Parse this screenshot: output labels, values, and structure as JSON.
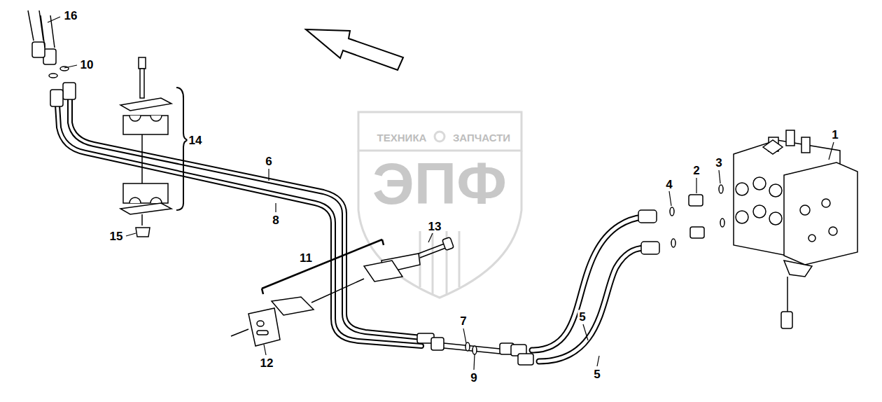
{
  "diagram": {
    "labels": [
      "16",
      "10",
      "14",
      "6",
      "8",
      "15",
      "13",
      "11",
      "12",
      "7",
      "9",
      "5",
      "5",
      "4",
      "2",
      "3",
      "1",
      "ТЕХНИКА",
      "ЗАПЧАСТИ",
      "ЭПФ"
    ]
  }
}
